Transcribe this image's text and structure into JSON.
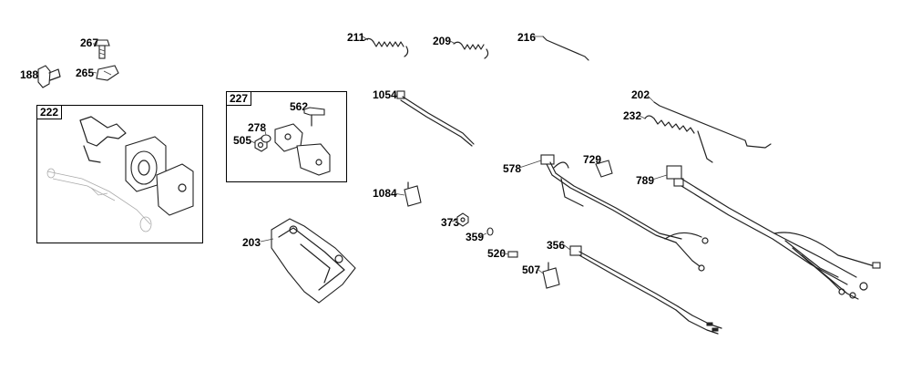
{
  "diagram": {
    "boxes": [
      {
        "id": "box-222",
        "tag": "222"
      },
      {
        "id": "box-227",
        "tag": "227"
      }
    ],
    "labels": {
      "p267": "267",
      "p188": "188",
      "p265": "265",
      "p211": "211",
      "p209": "209",
      "p216": "216",
      "p1054": "1054",
      "p562": "562",
      "p278": "278",
      "p505": "505",
      "p202": "202",
      "p232": "232",
      "p578": "578",
      "p729": "729",
      "p789": "789",
      "p1084": "1084",
      "p373": "373",
      "p359": "359",
      "p203": "203",
      "p520": "520",
      "p356": "356",
      "p507": "507"
    }
  }
}
